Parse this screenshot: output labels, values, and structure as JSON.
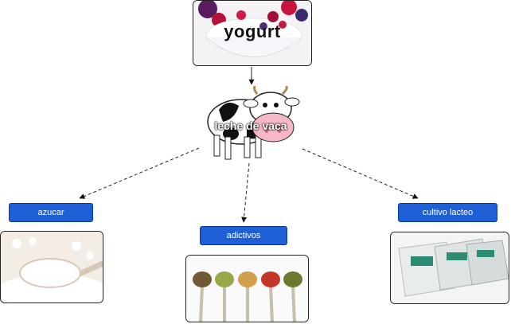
{
  "nodes": {
    "yogurt": {
      "label": "yogurt"
    },
    "cow": {
      "label": "leche de vaca"
    },
    "azucar": {
      "label": "azucar"
    },
    "adictivos": {
      "label": "adictivos"
    },
    "cultivo": {
      "label": "cultivo lacteo"
    }
  },
  "colors": {
    "node_fill": "#1f5fd6",
    "node_border": "#0b3a96",
    "connector": "#222222"
  },
  "icons": [
    "yogurt-bowl-image",
    "cow-image",
    "sugar-spoon-image",
    "spice-spoons-image",
    "culture-packets-image"
  ]
}
